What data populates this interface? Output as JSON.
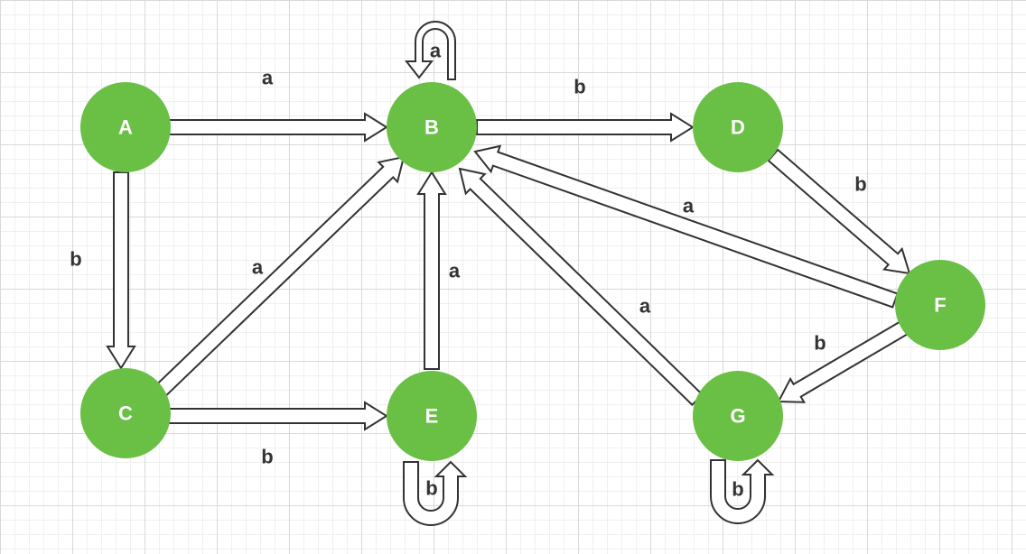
{
  "colors": {
    "node_fill": "#6abf45",
    "node_text": "#ffffff",
    "arrow_fill": "#ffffff",
    "arrow_stroke": "#333333",
    "label_text": "#333333"
  },
  "nodes": [
    {
      "id": "A",
      "label": "A"
    },
    {
      "id": "B",
      "label": "B"
    },
    {
      "id": "C",
      "label": "C"
    },
    {
      "id": "D",
      "label": "D"
    },
    {
      "id": "E",
      "label": "E"
    },
    {
      "id": "F",
      "label": "F"
    },
    {
      "id": "G",
      "label": "G"
    }
  ],
  "edges": [
    {
      "from": "A",
      "to": "B",
      "label": "a"
    },
    {
      "from": "A",
      "to": "C",
      "label": "b"
    },
    {
      "from": "B",
      "to": "B",
      "label": "a"
    },
    {
      "from": "B",
      "to": "D",
      "label": "b"
    },
    {
      "from": "C",
      "to": "B",
      "label": "a"
    },
    {
      "from": "C",
      "to": "E",
      "label": "b"
    },
    {
      "from": "E",
      "to": "B",
      "label": "a"
    },
    {
      "from": "E",
      "to": "E",
      "label": "b"
    },
    {
      "from": "D",
      "to": "F",
      "label": "b"
    },
    {
      "from": "F",
      "to": "B",
      "label": "a"
    },
    {
      "from": "F",
      "to": "G",
      "label": "b"
    },
    {
      "from": "G",
      "to": "B",
      "label": "a"
    },
    {
      "from": "G",
      "to": "G",
      "label": "b"
    }
  ]
}
